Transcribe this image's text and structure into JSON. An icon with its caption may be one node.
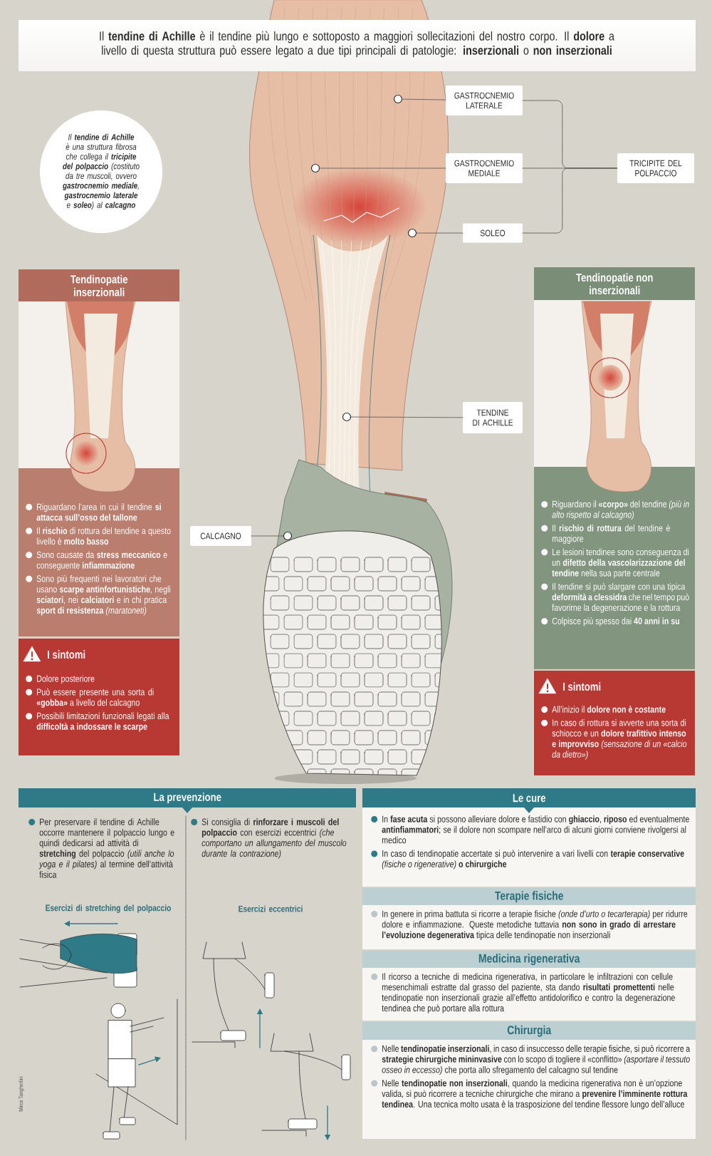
{
  "diagram": {
    "title": "Il **tendine di Achille** è il tendine più lungo e sottoposto a maggiori sollecitazioni del nostro corpo. Il **dolore** a livello di questa struttura può essere legato a due tipi principali di patologie: **inserzionali** o **non inserzionali**",
    "nodes": [
      {
        "text": [
          "GASTROCNEMIO LATERALE"
        ]
      },
      {
        "text": [
          "GASTROCNEMIO MEDIALE"
        ]
      },
      {
        "text": [
          "SOLEO"
        ]
      },
      {
        "text": [
          "TRICIPITE DEL POLPACCIO"
        ]
      },
      {
        "text": [
          "TENDINE DI ACHILLE"
        ]
      },
      {
        "text": [
          "CALCAGNO"
        ]
      },
      {
        "text": [],
        "shape": "circle"
      },
      {
        "text": [],
        "shape": "circle"
      },
      {
        "text": [],
        "shape": "circle"
      },
      {
        "text": [],
        "shape": "circle"
      },
      {
        "text": [],
        "shape": "circle"
      },
      {
        "text": [
          "Il **tendine di Achille** è una struttura fibrosa che collega il **tricipite del polpaccio** (costituto da tre muscoli, ovvero **gastrocnemio mediale**, **gastrocnemio laterale** e **soleo**) al **calcagno**"
        ]
      },
      {
        "text": [
          "Tendinopatie inserzionali",
          "Riguardano l’area in cui il tendine **si attacca sull’osso del tallone**",
          "Il **rischio** di rottura del tendine a questo livello è **molto basso**",
          "Sono causate da **stress meccanico** e conseguente **infiammazione**",
          "Sono più frequenti nei lavoratori che usano **scarpe antinfortunistiche**, negli **sciatori**, nei **calciatori** e in chi pratica **sport di resistenza** *(maratoneti)*"
        ]
      },
      {
        "text": [
          "I sintomi",
          "Dolore posteriore",
          "Può essere presente una sorta di **«gobba»** a livello del calcagno",
          "Possibili limitazioni funzionali legati alla **difficoltà a indossare le scarpe**"
        ]
      },
      {
        "text": [
          "Tendinopatie non inserzionali",
          "Riguardano il **«corpo»** del tendine *(più in alto rispetto al calcagno)*",
          "Il **rischio di rottura** del tendine è maggiore",
          "Le lesioni tendinee sono conseguenza di un **difetto della vascolarizzazione del tendine** nella sua parte centrale",
          "Il tendine si può slargare con una tipica **deformità a clessidra** che nel tempo può favorirne la degenerazione e la rottura",
          "Colpisce più spesso dai **40 anni in su**"
        ]
      },
      {
        "text": [
          "I sintomi",
          "All’inizio il **dolore non è costante**",
          "In caso di rottura si avverte una sorta di schiocco e un **dolore trafittivo intenso e improvviso** *(sensazione di un «calcio da dietro»)*"
        ]
      },
      {
        "text": [
          "La prevenzione"
        ]
      },
      {
        "text": [
          "Le cure",
          "In **fase acuta** si possono alleviare dolore e fastidio con **ghiaccio**, **riposo** ed eventualmente **antinfiammatori**; se il dolore non scompare nell’arco di alcuni giorni conviene rivolgersi al medico",
          "In caso di tendinopatie accertate si può intervenire a vari livelli con **terapie conservative** *(fisiche o rigenerative)* **o chirurgiche**"
        ]
      },
      {
        "text": [
          "Terapie fisiche",
          "In genere in prima battuta si ricorre a terapie fisiche *(onde d’urto o tecarterapia)* per ridurre dolore e infiammazione. Queste metodiche tuttavia **non sono in grado di arrestare l’evoluzione degenerativa** tipica delle tendinopatie non inserzionali"
        ]
      },
      {
        "text": [
          "Medicina rigenerativa",
          "Il ricorso a tecniche di medicina rigenerativa, in particolare le infiltrazioni con cellule mesenchimali estratte dal grasso del paziente, sta dando **risultati promettenti** nelle tendinopatie non inserzionali grazie all’effetto antidolorifico e contro la degenerazione tendinea che può portare alla rottura"
        ]
      },
      {
        "text": [
          "Chirurgia",
          "Nelle **tendinopatie inserzionali**, in caso di insuccesso delle terapie fisiche, si può ricorrere a **strategie chirurgiche mininvasive** con lo scopo di togliere il «conflitto» *(asportare il tessuto osseo in eccesso)* che porta allo sfregamento del calcagno sul tendine",
          "Nelle **tendinopatie non inserzionali**, quando la medicina rigenerativa non è un’opzione valida, si può ricorrere a tecniche chirurgiche che mirano a **prevenire l’imminente rottura tendinea**. Una tecnica molto usata è la trasposizione del tendine flessore lungo dell’alluce"
        ]
      }
    ],
    "edges": [
      {
        "from": 0,
        "to": 6,
        "arrow": "none",
        "style": "dashed"
      },
      {
        "from": 1,
        "to": 7,
        "arrow": "none",
        "style": "dashed"
      },
      {
        "from": 2,
        "to": 8,
        "arrow": "none",
        "style": "dashed"
      },
      {
        "from": 4,
        "to": 9,
        "arrow": "none",
        "style": "dashed"
      },
      {
        "from": 5,
        "to": 10,
        "arrow": "none",
        "style": "dashed"
      },
      {
        "from": 0,
        "to": 3,
        "arrow": "none",
        "style": "dashed"
      },
      {
        "from": 1,
        "to": 3,
        "arrow": "none",
        "style": "dashed"
      },
      {
        "from": 2,
        "to": 3,
        "arrow": "none",
        "style": "dashed"
      }
    ],
    "labels": [
      "Per preservare il tendine di Achille occorre mantenere il polpaccio lungo e quindi dedicarsi ad attività di **stretching** del polpaccio *(utili anche lo yoga e il pilates)* al termine dell’attività fisica",
      "Si consiglia di **rinforzare i muscoli del polpaccio** con esercizi eccentrici *(che comportano un allungamento del muscolo durante la contrazione)*",
      "Esercizi di stretching del polpaccio",
      "Esercizi eccentrici",
      "Mirco Tangherlini"
    ]
  }
}
